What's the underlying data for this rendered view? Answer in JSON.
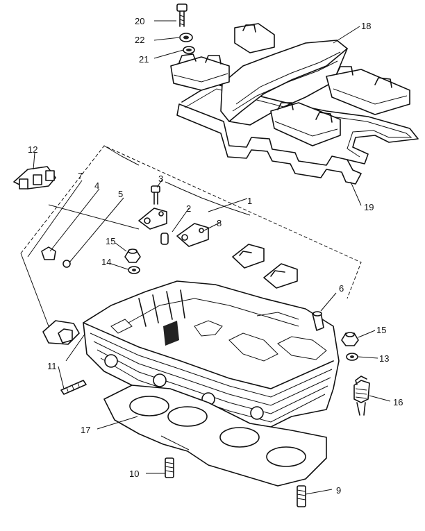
{
  "callouts": [
    {
      "id": "c1",
      "text": "1"
    },
    {
      "id": "c2",
      "text": "2"
    },
    {
      "id": "c3",
      "text": "3"
    },
    {
      "id": "c4",
      "text": "4"
    },
    {
      "id": "c5",
      "text": "5"
    },
    {
      "id": "c6",
      "text": "6"
    },
    {
      "id": "c7",
      "text": "7"
    },
    {
      "id": "c8",
      "text": "8"
    },
    {
      "id": "c9",
      "text": "9"
    },
    {
      "id": "c10",
      "text": "10"
    },
    {
      "id": "c11",
      "text": "11"
    },
    {
      "id": "c12",
      "text": "12"
    },
    {
      "id": "c13",
      "text": "13"
    },
    {
      "id": "c14",
      "text": "14"
    },
    {
      "id": "c15a",
      "text": "15"
    },
    {
      "id": "c15b",
      "text": "15"
    },
    {
      "id": "c16",
      "text": "16"
    },
    {
      "id": "c17",
      "text": "17"
    },
    {
      "id": "c18",
      "text": "18"
    },
    {
      "id": "c19",
      "text": "19"
    },
    {
      "id": "c20",
      "text": "20"
    },
    {
      "id": "c21",
      "text": "21"
    },
    {
      "id": "c22",
      "text": "22"
    }
  ]
}
